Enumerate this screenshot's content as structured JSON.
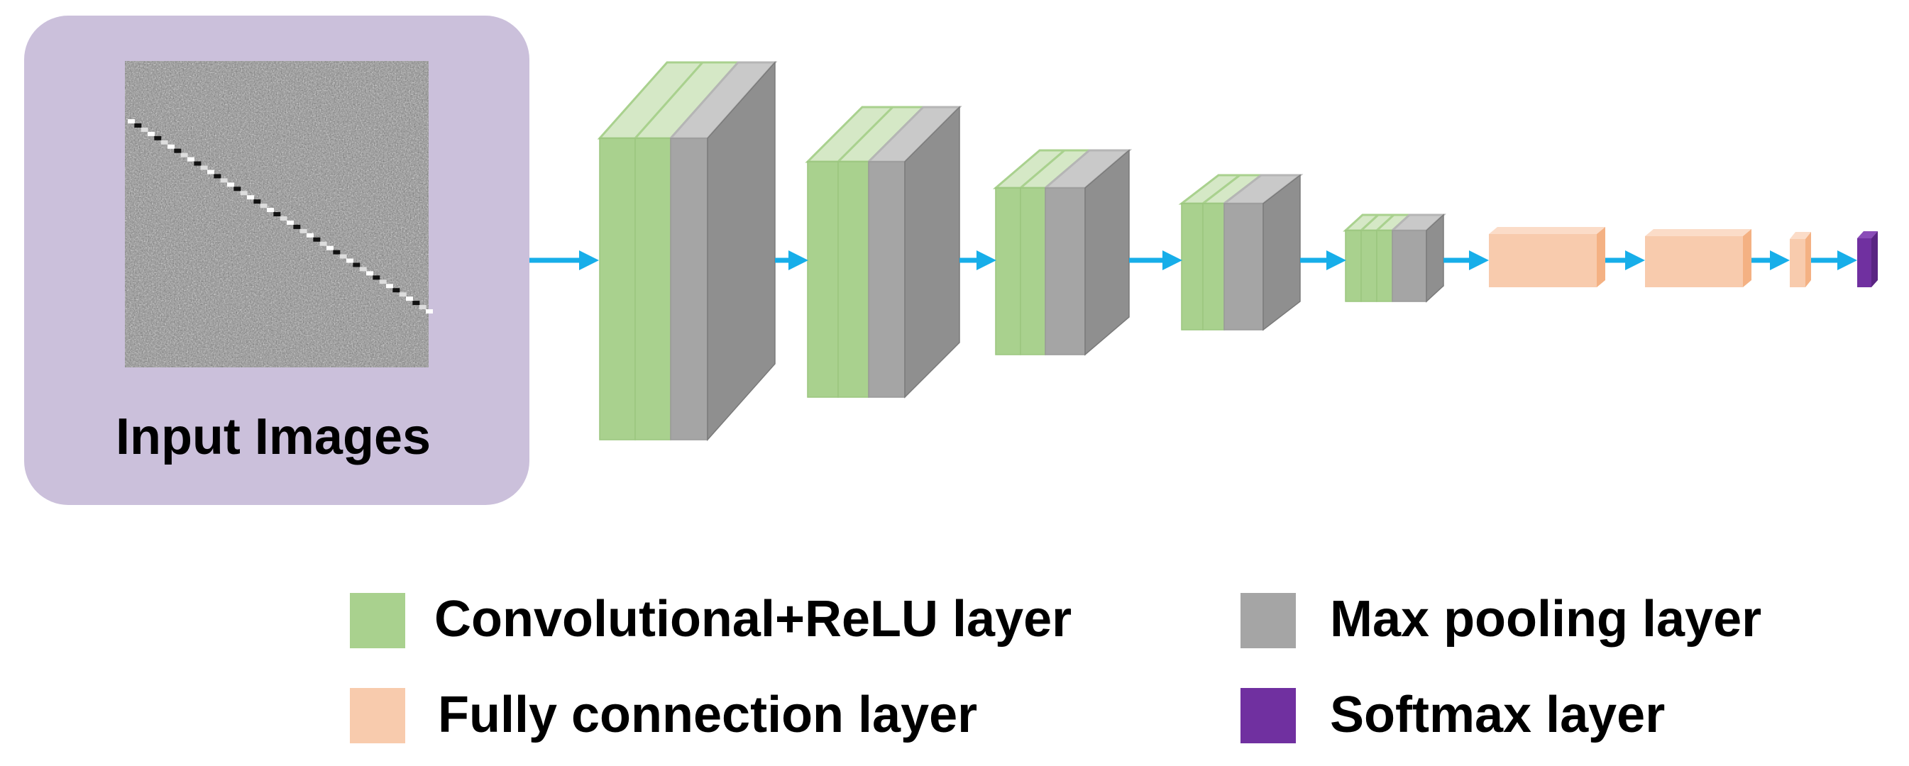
{
  "input_panel": {
    "label": "Input Images",
    "background_color": "#CBC0DB"
  },
  "colors": {
    "conv": "#A9D18E",
    "conv_top": "#D5E8C6",
    "pool": "#A5A5A5",
    "pool_side": "#8F8F8F",
    "pool_top": "#C9C9C9",
    "fc": "#F8CBAD",
    "fc_side": "#F4B183",
    "softmax": "#7030A0",
    "softmax_side": "#5A2583",
    "arrow": "#17AEE9"
  },
  "network": {
    "stages": [
      {
        "conv_slices": 2,
        "pool_slices": 1
      },
      {
        "conv_slices": 2,
        "pool_slices": 1
      },
      {
        "conv_slices": 2,
        "pool_slices": 1
      },
      {
        "conv_slices": 2,
        "pool_slices": 1
      },
      {
        "conv_slices": 3,
        "pool_slices": 1
      }
    ],
    "fully_connected_count": 3,
    "softmax_count": 1
  },
  "legend": [
    {
      "id": "conv",
      "label": "Convolutional+ReLU layer",
      "color": "#A9D18E"
    },
    {
      "id": "pool",
      "label": "Max pooling layer",
      "color": "#A5A5A5"
    },
    {
      "id": "fc",
      "label": "Fully connection layer",
      "color": "#F8CBAD"
    },
    {
      "id": "softmax",
      "label": "Softmax layer",
      "color": "#7030A0"
    }
  ]
}
